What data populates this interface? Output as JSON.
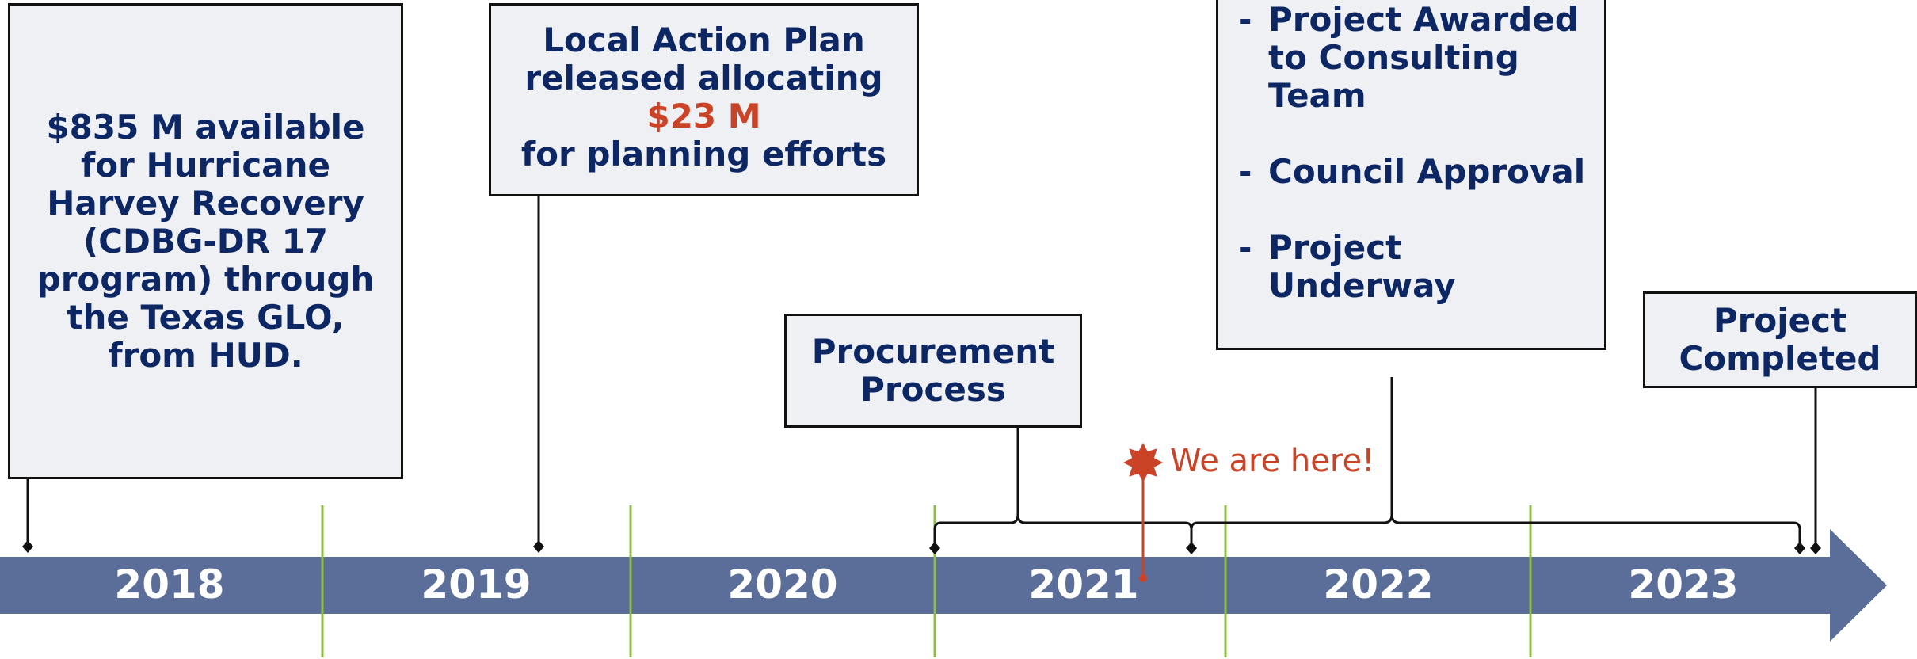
{
  "timeline": {
    "years": [
      "2018",
      "2019",
      "2020",
      "2021",
      "2022",
      "2023"
    ],
    "bar_color": "#5a6e99",
    "year_divider_color": "#8cbf3f",
    "text_color": "#0d2765",
    "accent_color": "#cb4327"
  },
  "milestones": {
    "funding": {
      "lines": [
        "$835 M available",
        "for Hurricane",
        "Harvey Recovery",
        "(CDBG-DR 17",
        "program) through",
        "the Texas GLO,",
        "from HUD."
      ]
    },
    "action_plan": {
      "line1": "Local Action Plan",
      "line2": "released allocating",
      "amount": "$23 M",
      "line3": "for planning efforts"
    },
    "procurement": {
      "lines": [
        "Procurement",
        "Process"
      ]
    },
    "award": {
      "bullet_char": "-",
      "items": [
        {
          "lines": [
            "Project Awarded",
            "to Consulting",
            "Team"
          ]
        },
        {
          "lines": [
            "Council Approval"
          ]
        },
        {
          "lines": [
            "Project",
            "Underway"
          ]
        }
      ]
    },
    "completed": {
      "lines": [
        "Project",
        "Completed"
      ]
    }
  },
  "current_marker": {
    "label": "We are here!",
    "icon": "star-burst-icon"
  }
}
